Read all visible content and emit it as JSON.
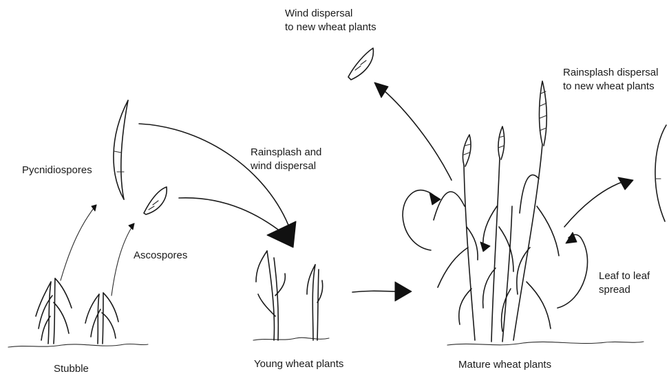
{
  "labels": {
    "wind_dispersal": [
      "Wind dispersal",
      "to new wheat plants"
    ],
    "rainsplash_dispersal": [
      "Rainsplash dispersal",
      "to new wheat plants"
    ],
    "rainsplash_and_wind": [
      "Rainsplash and",
      "wind dispersal"
    ],
    "pycnidiospores": "Pycnidiospores",
    "ascospores": "Ascospores",
    "leaf_to_leaf": [
      "Leaf to leaf",
      "spread"
    ],
    "stubble": "Stubble",
    "young_wheat": "Young wheat plants",
    "mature_wheat": "Mature wheat plants"
  },
  "colors": {
    "ink": "#1a1a1a",
    "background": "#ffffff"
  }
}
